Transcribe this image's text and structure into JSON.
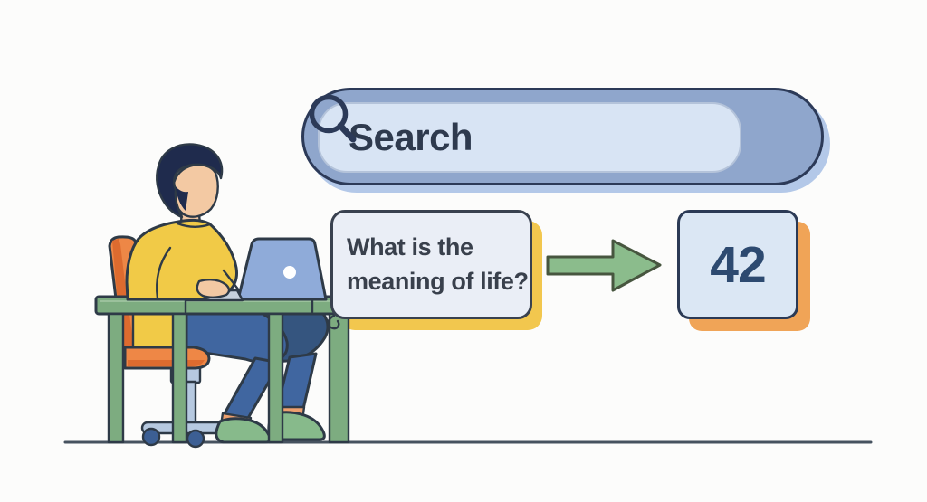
{
  "palette": {
    "bg": "#fcfcfb",
    "ink": "#2e3a47",
    "ground": "#46525f",
    "search-outer": "#8fa6cc",
    "search-outer-border": "#2c3a58",
    "search-field": "#d8e4f4",
    "search-text": "#2e3a4e",
    "search-shadow": "#b3c8e8",
    "card-fill": "#eaeef6",
    "card-border": "#39414f",
    "card-shadow-yellow": "#f2c74e",
    "question-text": "#39404c",
    "answer-fill": "#dbe7f4",
    "answer-border": "#2b3a55",
    "answer-shadow-orange": "#f0a457",
    "answer-text": "#2d4a70",
    "arrow-green": "#8bbc8c",
    "arrow-border": "#47563f",
    "desk-green": "#7dac80",
    "shoe-green": "#87ba8b",
    "chair-orange": "#ee8746",
    "chair-orange-dark": "#dd6b2f",
    "chair-base": "#b6c9e0",
    "wheel": "#3c5f94",
    "sweater-yellow": "#f1ca47",
    "skin": "#f3c9a3",
    "cuff": "#eda06f",
    "hair-navy": "#1f2b4d",
    "jeans": "#4066a0",
    "jeans-dark": "#35557f",
    "laptop-screen": "#8fabd9",
    "laptop-base": "#c6d1de"
  },
  "search_bar": {
    "text": "Search",
    "icon": "magnifying-glass"
  },
  "question_card": {
    "text": "What is the meaning of life?",
    "lines": [
      "What is the",
      "meaning of life?"
    ]
  },
  "arrow": {
    "direction": "right"
  },
  "answer_card": {
    "text": "42"
  }
}
